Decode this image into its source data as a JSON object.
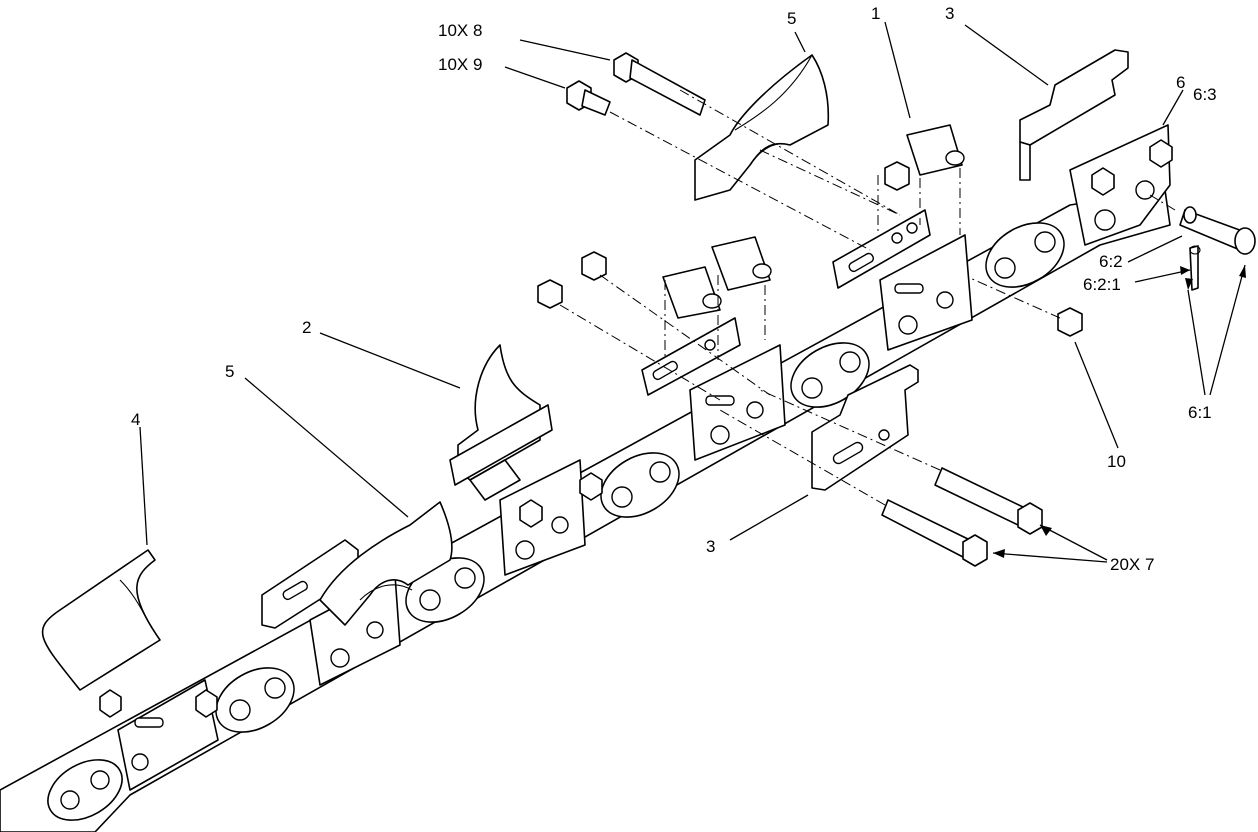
{
  "labels": {
    "l_10x8": "10X 8",
    "l_10x9": "10X 9",
    "l_5_top": "5",
    "l_1": "1",
    "l_3_top": "3",
    "l_6": "6",
    "l_6_3": "6:3",
    "l_6_2": "6:2",
    "l_6_2_1": "6:2:1",
    "l_6_1": "6:1",
    "l_10": "10",
    "l_2": "2",
    "l_5_left": "5",
    "l_4": "4",
    "l_3_bottom": "3",
    "l_20x7": "20X 7"
  }
}
